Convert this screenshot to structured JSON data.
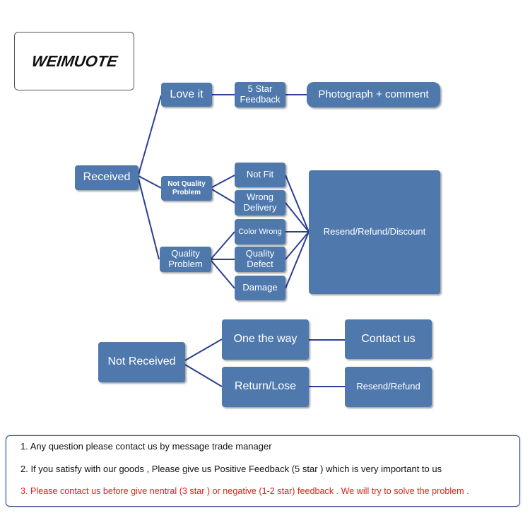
{
  "logo": {
    "text": "WEIMUOTE"
  },
  "nodes": {
    "received": "Received",
    "love_it": "Love it",
    "five_star": [
      "5 Star",
      "Feedback"
    ],
    "photo_comment": "Photograph + comment",
    "not_quality": [
      "Not Quality",
      "Problem"
    ],
    "quality": [
      "Quality",
      "Problem"
    ],
    "not_fit": "Not Fit",
    "wrong_delivery": [
      "Wrong",
      "Delivery"
    ],
    "color_wrong": "Color Wrong",
    "quality_defect": [
      "Quality",
      "Defect"
    ],
    "damage": "Damage",
    "resend_refund_discount": "Resend/Refund/Discount",
    "not_received": "Not Received",
    "on_the_way": "One the way",
    "return_lose": "Return/Lose",
    "contact_us": "Contact us",
    "resend_refund": "Resend/Refund"
  },
  "notes": [
    "1. Any question please contact us by message trade manager",
    "2. If you satisfy with our goods , Please give us Positive Feedback (5 star ) which is very important to us",
    "3. Please contact us before give nentral (3 star ) or negative (1-2 star) feedback . We will try to solve the problem ."
  ],
  "colors": {
    "node": "#4f79ad",
    "link": "#2b3f93",
    "warning": "#e0201a",
    "border": "#2e4f85"
  }
}
